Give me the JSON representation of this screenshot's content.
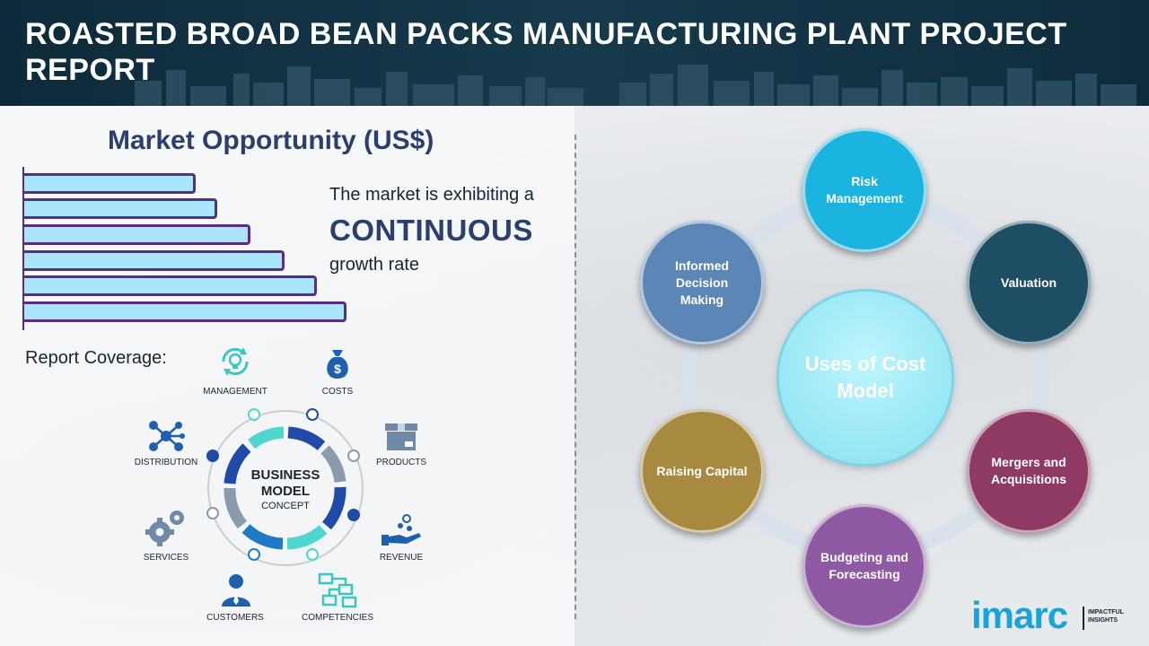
{
  "header": {
    "title": "ROASTED BROAD BEAN PACKS MANUFACTURING PLANT PROJECT REPORT"
  },
  "market": {
    "title": "Market Opportunity (US$)",
    "text_line1": "The market is exhibiting a",
    "text_emphasis": "CONTINUOUS",
    "text_line3": "growth rate"
  },
  "report_coverage": {
    "title": "Report Coverage:",
    "center": {
      "line1": "BUSINESS",
      "line2": "MODEL",
      "line3": "CONCEPT"
    },
    "items": [
      "MANAGEMENT",
      "COSTS",
      "PRODUCTS",
      "REVENUE",
      "COMPETENCIES",
      "CUSTOMERS",
      "SERVICES",
      "DISTRIBUTION"
    ]
  },
  "cost_model": {
    "center": "Uses of Cost Model",
    "nodes": [
      "Risk Management",
      "Valuation",
      "Mergers and Acquisitions",
      "Budgeting and Forecasting",
      "Raising Capital",
      "Informed Decision Making"
    ],
    "colors": [
      "#1bb3df",
      "#1d4e63",
      "#8e3a63",
      "#8f5aa3",
      "#a88940",
      "#5b86b5"
    ]
  },
  "logo": {
    "word": "imarc",
    "tagline_line1": "IMPACTFUL",
    "tagline_line2": "INSIGHTS"
  }
}
